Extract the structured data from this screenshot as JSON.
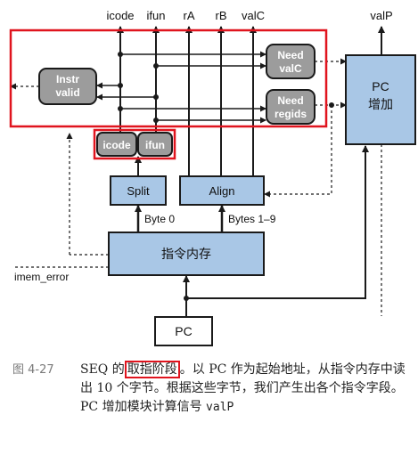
{
  "signals_top": {
    "icode": "icode",
    "ifun": "ifun",
    "rA": "rA",
    "rB": "rB",
    "valC": "valC",
    "valP": "valP"
  },
  "blocks": {
    "instr_valid_line1": "Instr",
    "instr_valid_line2": "valid",
    "need_valc_line1": "Need",
    "need_valc_line2": "valC",
    "need_regids_line1": "Need",
    "need_regids_line2": "regids",
    "pc_inc_line1": "PC",
    "pc_inc_line2": "增加",
    "icode": "icode",
    "ifun": "ifun",
    "split": "Split",
    "align": "Align",
    "imem": "指令内存",
    "pc": "PC"
  },
  "labels": {
    "byte0": "Byte 0",
    "bytes19": "Bytes 1–9",
    "imem_error": "imem_error"
  },
  "caption": {
    "fig_no": "图 4-27",
    "pre": "SEQ 的",
    "highlight": "取指阶段",
    "post": "。以 PC 作为起始地址，从指令内存中读出 10 个字节。根据这些字节，我们产生出各个指令字段。PC 增加模块计算信号",
    "code": "valP"
  },
  "colors": {
    "highlight_box": "#e0141e",
    "logic_fill": "#9c9c9c",
    "block_fill": "#a9c7e6",
    "line": "#1a1a1a"
  }
}
